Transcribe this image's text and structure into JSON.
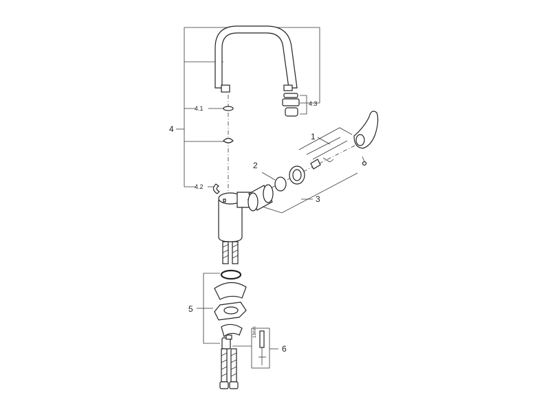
{
  "diagram": {
    "callouts": {
      "c1": "1",
      "c2": "2",
      "c3": "3",
      "c4": "4",
      "c4_1": "4.1",
      "c4_2": "4.2",
      "c4_3": "4.3",
      "c5": "5",
      "c6": "6"
    },
    "tool_label": "13mm"
  }
}
